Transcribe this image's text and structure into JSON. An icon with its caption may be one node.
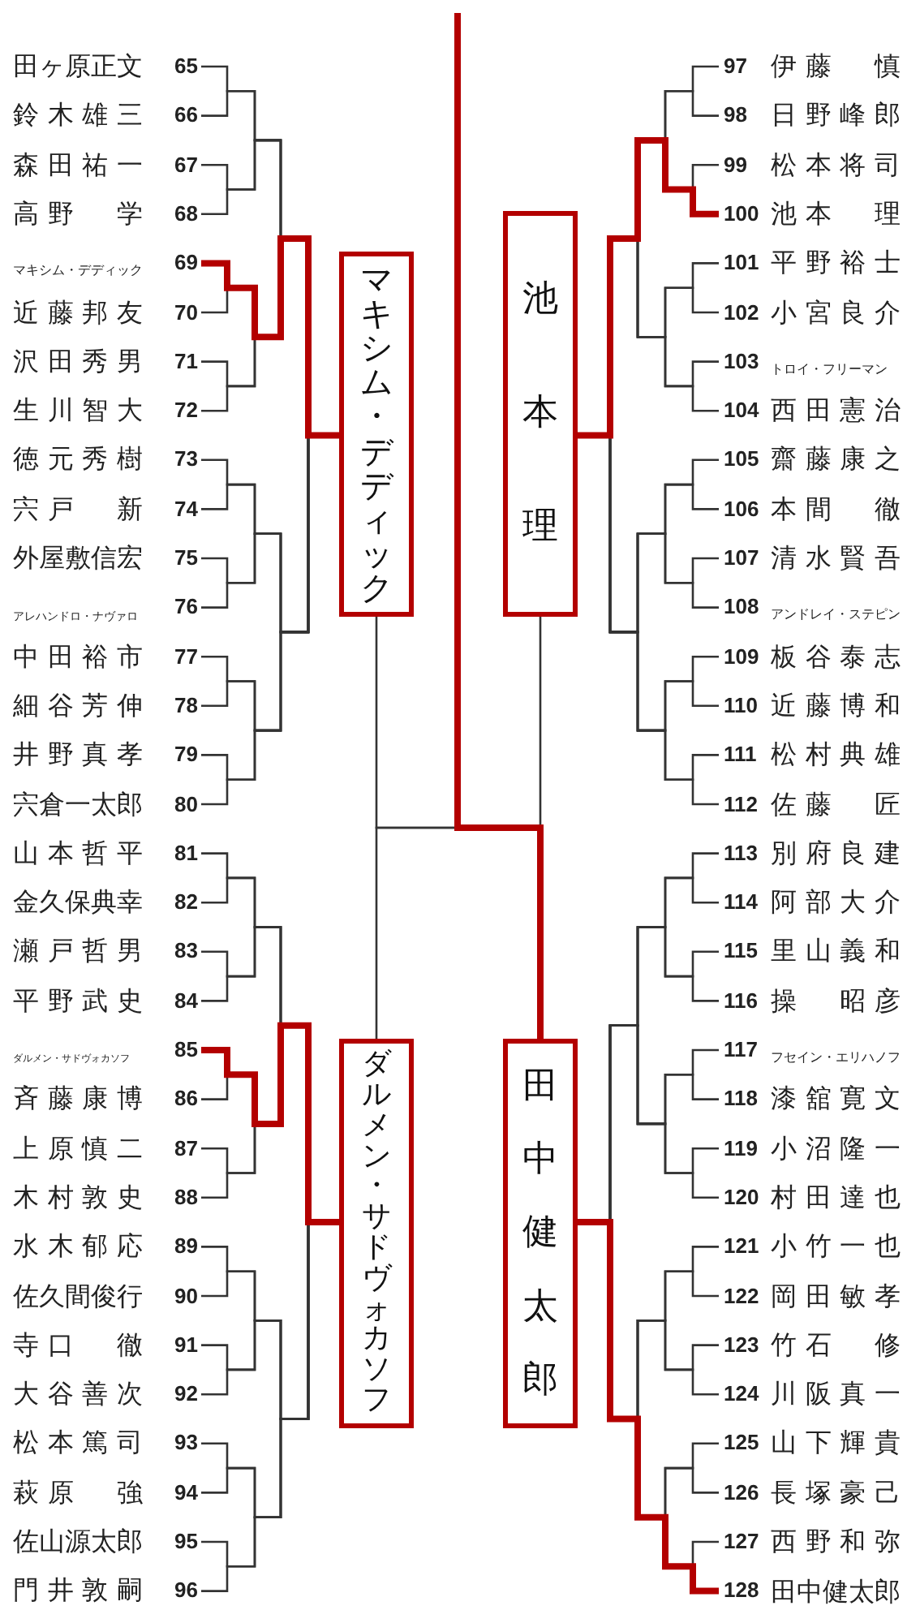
{
  "diagram": {
    "nodes": [
      {
        "text": [
          "田ヶ原正文"
        ],
        "beside": [
          "65"
        ]
      },
      {
        "text": [
          "鈴木雄三"
        ],
        "beside": [
          "66"
        ]
      },
      {
        "text": [
          "森田祐一"
        ],
        "beside": [
          "67"
        ]
      },
      {
        "text": [
          "高野　学"
        ],
        "beside": [
          "68"
        ]
      },
      {
        "text": [
          "マキシム・デディック"
        ],
        "beside": [
          "69"
        ]
      },
      {
        "text": [
          "近藤邦友"
        ],
        "beside": [
          "70"
        ]
      },
      {
        "text": [
          "沢田秀男"
        ],
        "beside": [
          "71"
        ]
      },
      {
        "text": [
          "生川智大"
        ],
        "beside": [
          "72"
        ]
      },
      {
        "text": [
          "徳元秀樹"
        ],
        "beside": [
          "73"
        ]
      },
      {
        "text": [
          "宍戸　新"
        ],
        "beside": [
          "74"
        ]
      },
      {
        "text": [
          "外屋敷信宏"
        ],
        "beside": [
          "75"
        ]
      },
      {
        "text": [
          "アレハンドロ・ナヴァロ"
        ],
        "beside": [
          "76"
        ]
      },
      {
        "text": [
          "中田裕市"
        ],
        "beside": [
          "77"
        ]
      },
      {
        "text": [
          "細谷芳伸"
        ],
        "beside": [
          "78"
        ]
      },
      {
        "text": [
          "井野真孝"
        ],
        "beside": [
          "79"
        ]
      },
      {
        "text": [
          "宍倉一太郎"
        ],
        "beside": [
          "80"
        ]
      },
      {
        "text": [
          "山本哲平"
        ],
        "beside": [
          "81"
        ]
      },
      {
        "text": [
          "金久保典幸"
        ],
        "beside": [
          "82"
        ]
      },
      {
        "text": [
          "瀬戸哲男"
        ],
        "beside": [
          "83"
        ]
      },
      {
        "text": [
          "平野武史"
        ],
        "beside": [
          "84"
        ]
      },
      {
        "text": [
          "ダルメン・サドヴォカソフ"
        ],
        "beside": [
          "85"
        ]
      },
      {
        "text": [
          "斉藤康博"
        ],
        "beside": [
          "86"
        ]
      },
      {
        "text": [
          "上原慎二"
        ],
        "beside": [
          "87"
        ]
      },
      {
        "text": [
          "木村敦史"
        ],
        "beside": [
          "88"
        ]
      },
      {
        "text": [
          "水木郁応"
        ],
        "beside": [
          "89"
        ]
      },
      {
        "text": [
          "佐久間俊行"
        ],
        "beside": [
          "90"
        ]
      },
      {
        "text": [
          "寺口　徹"
        ],
        "beside": [
          "91"
        ]
      },
      {
        "text": [
          "大谷善次"
        ],
        "beside": [
          "92"
        ]
      },
      {
        "text": [
          "松本篤司"
        ],
        "beside": [
          "93"
        ]
      },
      {
        "text": [
          "萩原　強"
        ],
        "beside": [
          "94"
        ]
      },
      {
        "text": [
          "佐山源太郎"
        ],
        "beside": [
          "95"
        ]
      },
      {
        "text": [
          "門井敦嗣"
        ],
        "beside": [
          "96"
        ]
      },
      {
        "text": [
          "伊藤　慎"
        ],
        "beside": [
          "97"
        ]
      },
      {
        "text": [
          "日野峰郎"
        ],
        "beside": [
          "98"
        ]
      },
      {
        "text": [
          "松本将司"
        ],
        "beside": [
          "99"
        ]
      },
      {
        "text": [
          "池本　理"
        ],
        "beside": [
          "100"
        ]
      },
      {
        "text": [
          "平野裕士"
        ],
        "beside": [
          "101"
        ]
      },
      {
        "text": [
          "小宮良介"
        ],
        "beside": [
          "102"
        ]
      },
      {
        "text": [
          "トロイ・フリーマン"
        ],
        "beside": [
          "103"
        ]
      },
      {
        "text": [
          "西田憲治"
        ],
        "beside": [
          "104"
        ]
      },
      {
        "text": [
          "齋藤康之"
        ],
        "beside": [
          "105"
        ]
      },
      {
        "text": [
          "本間　徹"
        ],
        "beside": [
          "106"
        ]
      },
      {
        "text": [
          "清水賢吾"
        ],
        "beside": [
          "107"
        ]
      },
      {
        "text": [
          "アンドレイ・ステピン"
        ],
        "beside": [
          "108"
        ]
      },
      {
        "text": [
          "板谷泰志"
        ],
        "beside": [
          "109"
        ]
      },
      {
        "text": [
          "近藤博和"
        ],
        "beside": [
          "110"
        ]
      },
      {
        "text": [
          "松村典雄"
        ],
        "beside": [
          "111"
        ]
      },
      {
        "text": [
          "佐藤　匠"
        ],
        "beside": [
          "112"
        ]
      },
      {
        "text": [
          "別府良建"
        ],
        "beside": [
          "113"
        ]
      },
      {
        "text": [
          "阿部大介"
        ],
        "beside": [
          "114"
        ]
      },
      {
        "text": [
          "里山義和"
        ],
        "beside": [
          "115"
        ]
      },
      {
        "text": [
          "操　昭彦"
        ],
        "beside": [
          "116"
        ]
      },
      {
        "text": [
          "フセイン・エリハノフ"
        ],
        "beside": [
          "117"
        ]
      },
      {
        "text": [
          "漆舘寛文"
        ],
        "beside": [
          "118"
        ]
      },
      {
        "text": [
          "小沼隆一"
        ],
        "beside": [
          "119"
        ]
      },
      {
        "text": [
          "村田達也"
        ],
        "beside": [
          "120"
        ]
      },
      {
        "text": [
          "小竹一也"
        ],
        "beside": [
          "121"
        ]
      },
      {
        "text": [
          "岡田敏孝"
        ],
        "beside": [
          "122"
        ]
      },
      {
        "text": [
          "竹石　修"
        ],
        "beside": [
          "123"
        ]
      },
      {
        "text": [
          "川阪真一"
        ],
        "beside": [
          "124"
        ]
      },
      {
        "text": [
          "山下輝貴"
        ],
        "beside": [
          "125"
        ]
      },
      {
        "text": [
          "長塚豪己"
        ],
        "beside": [
          "126"
        ]
      },
      {
        "text": [
          "西野和弥"
        ],
        "beside": [
          "127"
        ]
      },
      {
        "text": [
          "田中健太郎"
        ],
        "beside": [
          "128"
        ]
      },
      {
        "text": [
          "マキシム・デディック"
        ]
      },
      {
        "text": [
          "池本理"
        ]
      },
      {
        "text": [
          "ダルメン・サドヴォカソフ"
        ]
      },
      {
        "text": [
          "田中健太郎"
        ]
      }
    ],
    "edges": [
      {
        "from": 0,
        "to": 64,
        "arrow": "none"
      },
      {
        "from": 1,
        "to": 64,
        "arrow": "none"
      },
      {
        "from": 2,
        "to": 64,
        "arrow": "none"
      },
      {
        "from": 3,
        "to": 64,
        "arrow": "none"
      },
      {
        "from": 4,
        "to": 64,
        "arrow": "none",
        "style": "thick",
        "color": "#b30000"
      },
      {
        "from": 5,
        "to": 64,
        "arrow": "none"
      },
      {
        "from": 6,
        "to": 64,
        "arrow": "none"
      },
      {
        "from": 7,
        "to": 64,
        "arrow": "none"
      },
      {
        "from": 8,
        "to": 64,
        "arrow": "none"
      },
      {
        "from": 9,
        "to": 64,
        "arrow": "none"
      },
      {
        "from": 10,
        "to": 64,
        "arrow": "none"
      },
      {
        "from": 11,
        "to": 64,
        "arrow": "none"
      },
      {
        "from": 12,
        "to": 64,
        "arrow": "none"
      },
      {
        "from": 13,
        "to": 64,
        "arrow": "none"
      },
      {
        "from": 14,
        "to": 64,
        "arrow": "none"
      },
      {
        "from": 15,
        "to": 64,
        "arrow": "none"
      },
      {
        "from": 16,
        "to": 66,
        "arrow": "none"
      },
      {
        "from": 17,
        "to": 66,
        "arrow": "none"
      },
      {
        "from": 18,
        "to": 66,
        "arrow": "none"
      },
      {
        "from": 19,
        "to": 66,
        "arrow": "none"
      },
      {
        "from": 20,
        "to": 66,
        "arrow": "none",
        "style": "thick",
        "color": "#b30000"
      },
      {
        "from": 21,
        "to": 66,
        "arrow": "none"
      },
      {
        "from": 22,
        "to": 66,
        "arrow": "none"
      },
      {
        "from": 23,
        "to": 66,
        "arrow": "none"
      },
      {
        "from": 24,
        "to": 66,
        "arrow": "none"
      },
      {
        "from": 25,
        "to": 66,
        "arrow": "none"
      },
      {
        "from": 26,
        "to": 66,
        "arrow": "none"
      },
      {
        "from": 27,
        "to": 66,
        "arrow": "none"
      },
      {
        "from": 28,
        "to": 66,
        "arrow": "none"
      },
      {
        "from": 29,
        "to": 66,
        "arrow": "none"
      },
      {
        "from": 30,
        "to": 66,
        "arrow": "none"
      },
      {
        "from": 31,
        "to": 66,
        "arrow": "none"
      },
      {
        "from": 32,
        "to": 65,
        "arrow": "none"
      },
      {
        "from": 33,
        "to": 65,
        "arrow": "none"
      },
      {
        "from": 34,
        "to": 65,
        "arrow": "none"
      },
      {
        "from": 35,
        "to": 65,
        "arrow": "none",
        "style": "thick",
        "color": "#b30000"
      },
      {
        "from": 36,
        "to": 65,
        "arrow": "none"
      },
      {
        "from": 37,
        "to": 65,
        "arrow": "none"
      },
      {
        "from": 38,
        "to": 65,
        "arrow": "none"
      },
      {
        "from": 39,
        "to": 65,
        "arrow": "none"
      },
      {
        "from": 40,
        "to": 65,
        "arrow": "none"
      },
      {
        "from": 41,
        "to": 65,
        "arrow": "none"
      },
      {
        "from": 42,
        "to": 65,
        "arrow": "none"
      },
      {
        "from": 43,
        "to": 65,
        "arrow": "none"
      },
      {
        "from": 44,
        "to": 65,
        "arrow": "none"
      },
      {
        "from": 45,
        "to": 65,
        "arrow": "none"
      },
      {
        "from": 46,
        "to": 65,
        "arrow": "none"
      },
      {
        "from": 47,
        "to": 65,
        "arrow": "none"
      },
      {
        "from": 48,
        "to": 67,
        "arrow": "none"
      },
      {
        "from": 49,
        "to": 67,
        "arrow": "none"
      },
      {
        "from": 50,
        "to": 67,
        "arrow": "none"
      },
      {
        "from": 51,
        "to": 67,
        "arrow": "none"
      },
      {
        "from": 52,
        "to": 67,
        "arrow": "none"
      },
      {
        "from": 53,
        "to": 67,
        "arrow": "none"
      },
      {
        "from": 54,
        "to": 67,
        "arrow": "none"
      },
      {
        "from": 55,
        "to": 67,
        "arrow": "none"
      },
      {
        "from": 56,
        "to": 67,
        "arrow": "none"
      },
      {
        "from": 57,
        "to": 67,
        "arrow": "none"
      },
      {
        "from": 58,
        "to": 67,
        "arrow": "none"
      },
      {
        "from": 59,
        "to": 67,
        "arrow": "none"
      },
      {
        "from": 60,
        "to": 67,
        "arrow": "none"
      },
      {
        "from": 61,
        "to": 67,
        "arrow": "none"
      },
      {
        "from": 62,
        "to": 67,
        "arrow": "none"
      },
      {
        "from": 63,
        "to": 67,
        "arrow": "none",
        "style": "thick",
        "color": "#b30000"
      },
      {
        "from": 64,
        "to": null,
        "arrow": "none"
      },
      {
        "from": 66,
        "to": null,
        "arrow": "none"
      },
      {
        "from": 65,
        "to": null,
        "arrow": "none"
      },
      {
        "from": 67,
        "to": null,
        "arrow": "none",
        "style": "thick",
        "color": "#b30000"
      }
    ]
  }
}
